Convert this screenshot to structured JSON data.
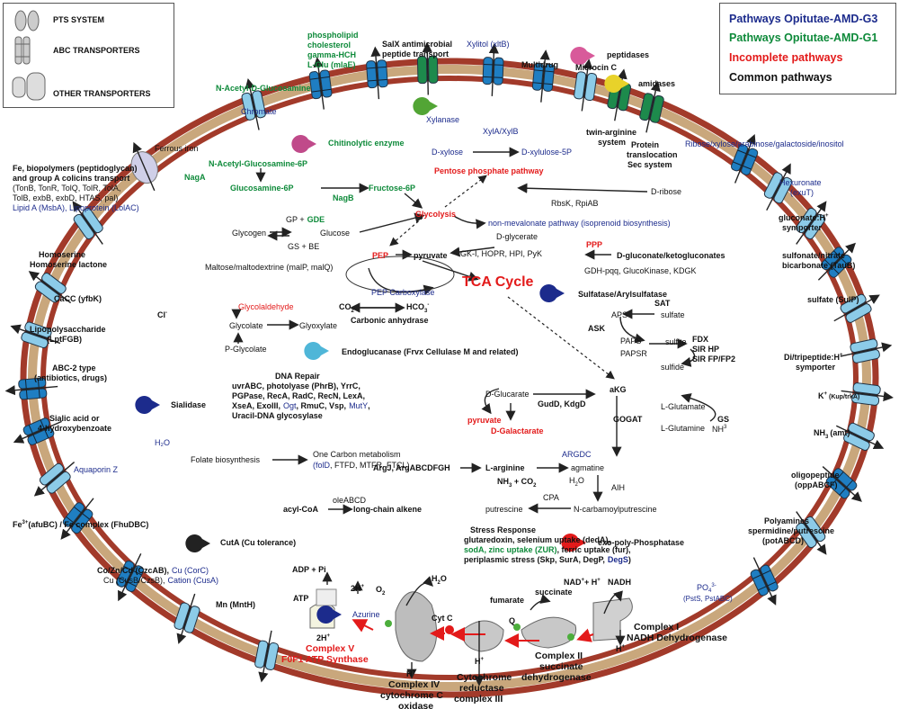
{
  "legend_left": {
    "items": [
      {
        "label": "PTS SYSTEM",
        "icon": "pts-transporter-icon"
      },
      {
        "label": "ABC TRANSPORTERS",
        "icon": "abc-transporter-icon"
      },
      {
        "label": "OTHER TRANSPORTERS",
        "icon": "other-transporter-icon"
      }
    ]
  },
  "legend_right": {
    "items": [
      {
        "label": "Pathways Opitutae-AMD-G3",
        "color": "#1c2b8c"
      },
      {
        "label": "Pathways Opitutae-AMD-G1",
        "color": "#0e8a3a"
      },
      {
        "label": "Incomplete pathways",
        "color": "#e31a1a"
      },
      {
        "label": "Common pathways",
        "color": "#111111"
      }
    ]
  },
  "colors": {
    "membrane_outer": "#a23a2a",
    "membrane_inner": "#c9a77c",
    "transporter": "#1f7ec2",
    "transporter_light": "#8ccbe8",
    "green": "#0e8a3a",
    "blue": "#1c2b8c",
    "red": "#e31a1a"
  },
  "transport": {
    "phospholipid": "phospholipid",
    "cholesterol": "cholesterol",
    "gamma_hch": "gamma-HCH",
    "l_glu": "L-Glu (mlaE)",
    "salx1": "SalX antimicrobial",
    "salx2": "peptide transport",
    "xylitol": "Xylitol (xltB)",
    "multidrug": "Multidrug",
    "peptidases": "peptidases",
    "microcin": "Microcin C",
    "amidases": "amidases",
    "nacetylglucosamine": "N-Acetyl-D-Glucosamine",
    "chromate": "Chromate",
    "twin1": "twin-arginine",
    "twin2": "system",
    "prot1": "Protein",
    "prot2": "translocation",
    "prot3": "Sec system",
    "ribose": "Ribose/xylose/arabinose/galactoside/inositol",
    "hexuronate1": "Hexuronate",
    "hexuronate2": "(exuT)",
    "gluconate1": "gluconate:H",
    "gluconate2": "symporter",
    "sulfonate1": "sulfonate/nitrate",
    "sulfonate2": "bicarbonate (TauB)",
    "sulfate_sulp": "sulfate (SulP)",
    "ditri1": "Di/tripeptide:H",
    "ditri2": "symporter",
    "kup1": "K",
    "kup2": "(Kup/trkA)",
    "nh3_amt": "NH",
    "nh3_amt2": "(amt)",
    "oligo1": "oligopeptide",
    "oligo2": "(oppABCF)",
    "poly1": "Polyamines",
    "poly2": "spermidine/putrescine",
    "poly3": "(potABCD)",
    "po4_1": "PO",
    "po4_2": "(PstS, PstABC)",
    "ferrous": "Ferrous iron",
    "fe1": "Fe, biopolymers (peptidoglycan)",
    "fe2": "and group A colicins transport",
    "fe3": "(TonB, TonR, TolQ, TolR, TolA,",
    "fe4": "TolB, exbB, exbD, HTAS, pal)",
    "lipidA": "Lipid A (MsbA), Lipoprotein (LolAC)",
    "homoserine1": "Homoserine",
    "homoserine2": "Homoserine lactone",
    "cacc": "CaCC (yfbK)",
    "cl": "Cl",
    "lps1": "Lipopolysaccharide",
    "lps2": "(LptFGB)",
    "abc2_1": "ABC-2 type",
    "abc2_2": "(antibiotics, drugs)",
    "sialidase": "Sialidase",
    "sialic1": "Sialic acid or",
    "sialic2": "4-hydroxybenzoate",
    "h2o": "H₂O",
    "aquaporin": "Aquaporin Z",
    "fe3_1": "Fe",
    "fe3_2": "(afuBC) / Fe complex (FhuDBC)",
    "cuta": "CutA (Cu tolerance)",
    "co1": "Co/Zn/Cd (CzcAB),",
    "co1b": "Cu (CorC)",
    "co2": "Cu (CusB/CzsB),",
    "co2b": "Cation (CusA)",
    "mn": "Mn (MntH)"
  },
  "metabolism": {
    "chitinolytic": "Chitinolytic enzyme",
    "xylanase": "Xylanase",
    "xylab": "XylA/XylB",
    "dxylose": "D-xylose",
    "dxylulose": "D-xylulose-5P",
    "ppp": "Pentose phosphate pathway",
    "nacgl6p": "N-Acetyl-Glucosamine-6P",
    "naga": "NagA",
    "gln6p": "Glucosamine-6P",
    "fru6p": "Fructose-6P",
    "nagb": "NagB",
    "rbsk": "RbsK, RpiAB",
    "dribose": "D-ribose",
    "glycolysis": "Glycolysis",
    "nonmev": "non-mevalonate pathway (isoprenoid biosynthesis)",
    "gp": "GP +",
    "gde": "GDE",
    "glycogen": "Glycogen",
    "glucose": "Glucose",
    "gsbe": "GS + BE",
    "dglycerate": "D-glycerate",
    "pep": "PEP",
    "pyruvate": "pyruvate",
    "gki": "GK-I, HOPR, HPI, PyK",
    "ppp_short": "PPP",
    "dgluconate": "D-gluconate/ketogluconates",
    "gdh": "GDH-pqq, GlucoKinase, KDGK",
    "maltose": "Maltose/maltodextrine (malP, malQ)",
    "pepcarb": "PEP Carboxylase",
    "tca": "TCA Cycle",
    "co2": "CO",
    "hco3": "HCO",
    "carbonic": "Carbonic anhydrase",
    "sulfatase": "Sulfatase/Arylsulfatase",
    "glycolaldehyde": "Glycolaldehyde",
    "glycolate": "Glycolate",
    "glyoxylate": "Glyoxylate",
    "pglycolate": "P-Glycolate",
    "endoglucanase": "Endoglucanase (Frvx Cellulase M and related)",
    "sat": "SAT",
    "aps": "APS",
    "sulfate": "sulfate",
    "ask": "ASK",
    "paps": "PAPS",
    "papsr": "PAPSR",
    "sulfite": "sulfite",
    "fdx": "FDX",
    "sirhp": "SIR HP",
    "sirfp": "SIR FP/FP2",
    "sulfide": "sulfide",
    "dnarepair": "DNA Repair",
    "dna1": "uvrABC, photolyase (PhrB), YrrC,",
    "dna2": "PGPase, RecA, RadC, RecN, LexA,",
    "dna3a": "XseA, ExoIII,",
    "dna3b": "Ogt",
    "dna3c": ", RmuC, Vsp,",
    "dna3d": "MutY",
    "dna3e": ",",
    "dna4": "Uracil-DNA glycosylase",
    "dglucarate": "D-Glucarate",
    "gudd": "GudD, KdgD",
    "akg": "aKG",
    "pyruvate_red": "pyruvate",
    "dgalactarate": "D-Galactarate",
    "lglutamate": "L-Glutamate",
    "lglutamine": "L-Glutamine",
    "gogat": "GOGAT",
    "gs": "GS",
    "nh3": "NH",
    "folate": "Folate biosynthesis",
    "onecarbon1": "One Carbon metabolism",
    "onecarbon2a": "(folD",
    "onecarbon2b": ", FTFD, MTFR, FTCL)",
    "argdc": "ARGDC",
    "argj": "ArgJ, ArgABCDFGH",
    "larginine": "L-arginine",
    "agmatine": "agmatine",
    "nh3co2": "NH",
    "h2o_cpa": "H",
    "aih": "AIH",
    "cpa": "CPA",
    "putrescine": "putrescine",
    "ncarb": "N-carbamoylputrescine",
    "oleabcd": "oleABCD",
    "acylcoa": "acyl-CoA",
    "longchain": "long-chain alkene",
    "stress": "Stress Response",
    "stress1": "glutaredoxin,  selenium  uptake  (dedA),",
    "stress2a": "sodA, zinc uptake (ZUR)",
    "stress2b": ", ferric uptake (fur),",
    "stress3": "periplasmic stress (Skp, SurA, DegP,",
    "stress3b": "DegS",
    "stress3c": ")",
    "exopoly": "exo-poly-Phosphatase"
  },
  "respiration": {
    "adppi": "ADP + Pi",
    "atp": "ATP",
    "h2": "2H",
    "o2": "O",
    "h2o": "H",
    "azurine": "Azurine",
    "cytc": "Cyt C",
    "fumarate": "fumarate",
    "succinate": "succinate",
    "q": "Q",
    "nadh_left": "NAD",
    "nadh_h": "+ H",
    "nadh": "NADH",
    "h_plus": "H",
    "complexV1": "Complex V",
    "complexV2": "F0F1 ATP Synthase",
    "complexIV1": "Complex IV",
    "complexIV2": "cytochrome C",
    "complexIV3": "oxidase",
    "complexIII1": "Cytochrome",
    "complexIII2": "reductase",
    "complexIII3": "complex III",
    "complexII1": "Complex II",
    "complexII2": "succinate",
    "complexII3": "dehydrogenase",
    "complexI1": "Complex I",
    "complexI2": "NADH Dehydrogenase"
  }
}
